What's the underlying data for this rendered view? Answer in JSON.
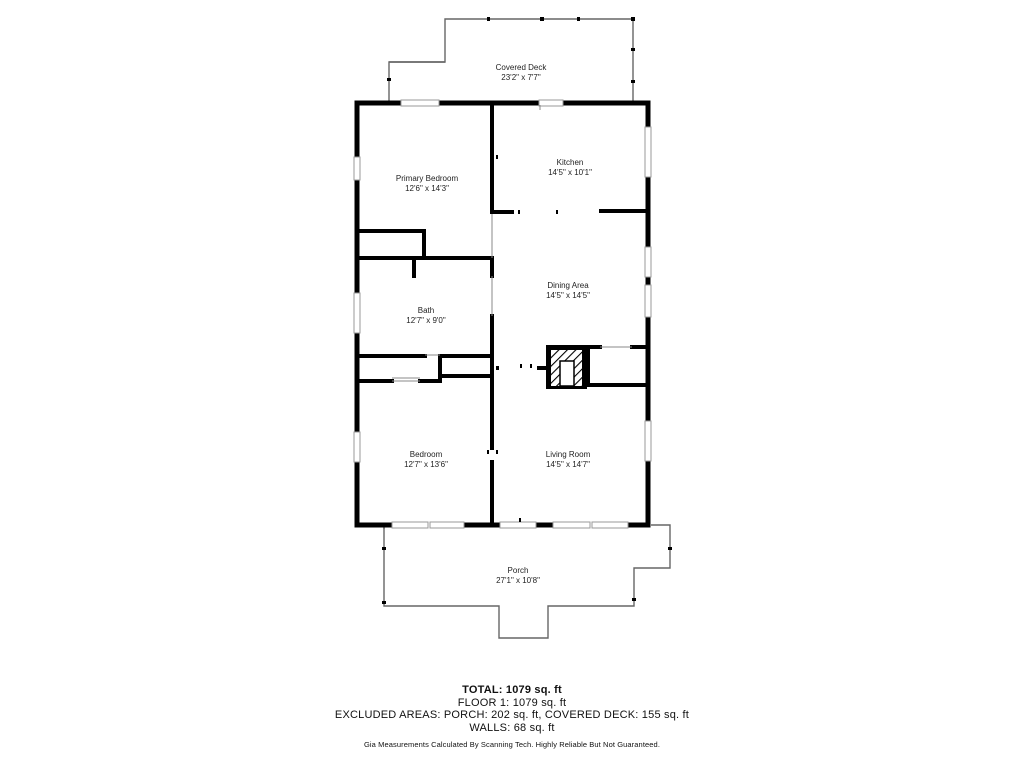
{
  "rooms": {
    "covered_deck": {
      "name": "Covered Deck",
      "dims": "23'2\" x 7'7\""
    },
    "primary_bedroom": {
      "name": "Primary Bedroom",
      "dims": "12'6\" x 14'3\""
    },
    "kitchen": {
      "name": "Kitchen",
      "dims": "14'5\" x 10'1\""
    },
    "dining_area": {
      "name": "Dining Area",
      "dims": "14'5\" x 14'5\""
    },
    "bath": {
      "name": "Bath",
      "dims": "12'7\" x 9'0\""
    },
    "bedroom": {
      "name": "Bedroom",
      "dims": "12'7\" x 13'6\""
    },
    "living_room": {
      "name": "Living Room",
      "dims": "14'5\" x 14'7\""
    },
    "porch": {
      "name": "Porch",
      "dims": "27'1\" x 10'8\""
    }
  },
  "summary": {
    "total": "TOTAL: 1079 sq. ft",
    "floor1": "FLOOR 1: 1079 sq. ft",
    "excluded": "EXCLUDED AREAS: PORCH: 202 sq. ft, COVERED DECK: 155 sq. ft",
    "walls": "WALLS: 68 sq. ft",
    "disclaimer": "Gia Measurements Calculated By Scanning Tech. Highly Reliable But Not Guaranteed."
  },
  "colors": {
    "wall": "#000000",
    "thin_line": "#555555",
    "window": "#9a9a9a"
  }
}
